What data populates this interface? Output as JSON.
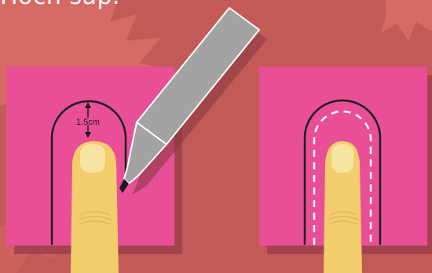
{
  "heading": "Hoch sap.",
  "panels": [
    {
      "measurement_label": "1.5cm",
      "outline_style": "solid"
    },
    {
      "outline_style": "solid-with-dashed-inner"
    }
  ],
  "colors": {
    "background": "#c25a57",
    "background_burst": "#d66a64",
    "paper": "#e84f97",
    "paper_shadow": "#a4434e",
    "finger": "#f3cc6c",
    "nail": "#f6e4a3",
    "pen_body": "#a3a3a3",
    "pen_tip": "#1c1c1c",
    "outline": "#1c1c1c",
    "dashed_line": "#ffffff"
  }
}
